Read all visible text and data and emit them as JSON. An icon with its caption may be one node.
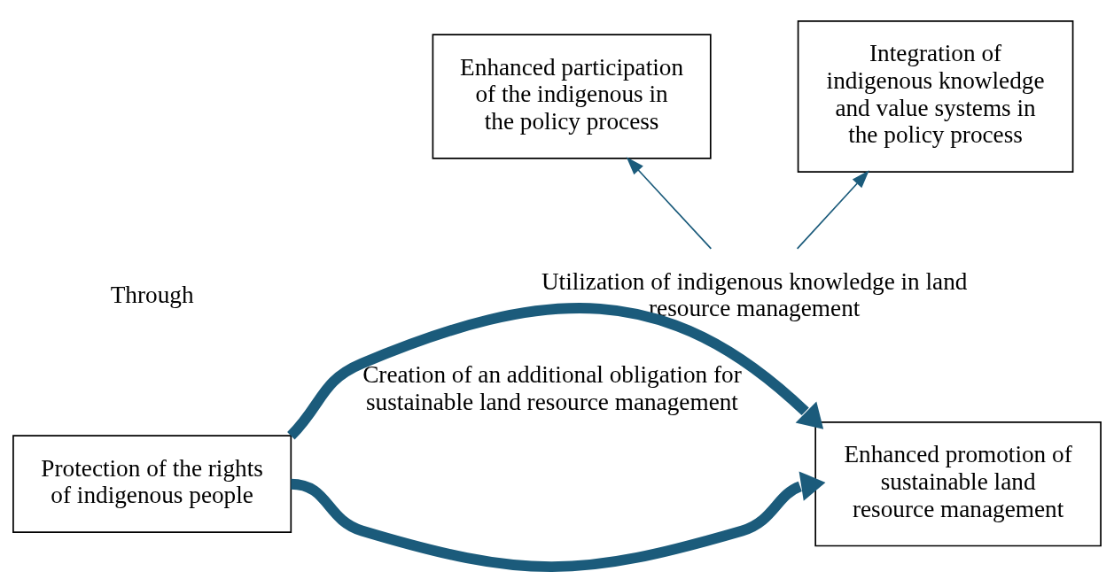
{
  "diagram": {
    "nodes": [
      {
        "text": [
          "Enhanced participation of the indigenous in the policy process"
        ]
      },
      {
        "text": [
          "Integration of indigenous knowledge and value systems in the policy process"
        ]
      },
      {
        "text": [
          "Utilization of indigenous knowledge in land resource management"
        ]
      },
      {
        "text": [
          "Protection of the rights of indigenous people"
        ]
      },
      {
        "text": [
          "Enhanced promotion of sustainable land resource management"
        ]
      }
    ],
    "edges": [
      {
        "from": 2,
        "to": 0,
        "arrow": "to"
      },
      {
        "from": 2,
        "to": 1,
        "arrow": "to"
      },
      {
        "from": 3,
        "to": 4,
        "arrow": "to",
        "style": "thick"
      },
      {
        "from": 3,
        "to": 4,
        "arrow": "to",
        "style": "thick",
        "label": "Creation of an additional obligation for sustainable land resource management"
      }
    ],
    "labels": [
      "Through"
    ]
  }
}
